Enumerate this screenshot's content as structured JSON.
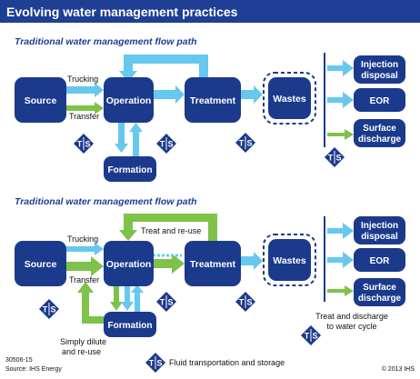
{
  "header": {
    "title": "Evolving water management practices"
  },
  "section1": {
    "title": "Traditional water management flow path",
    "nodes": {
      "source": "Source",
      "operation": "Operation",
      "treatment": "Treatment",
      "formation": "Formation",
      "wastes": "Wastes"
    },
    "labels": {
      "trucking": "Trucking",
      "transfer": "Transfer"
    },
    "outputs": {
      "injection_line1": "Injection",
      "injection_line2": "disposal",
      "eor": "EOR",
      "surface_line1": "Surface",
      "surface_line2": "discharge"
    }
  },
  "section2": {
    "title": "Traditional water management flow path",
    "nodes": {
      "source": "Source",
      "operation": "Operation",
      "treatment": "Treatment",
      "formation": "Formation",
      "wastes": "Wastes"
    },
    "labels": {
      "trucking": "Trucking",
      "transfer": "Transfer",
      "treat_reuse": "Treat and re-use",
      "dilute_line1": "Simply dilute",
      "dilute_line2": "and re-use",
      "discharge_line1": "Treat and discharge",
      "discharge_line2": "to water cycle"
    },
    "outputs": {
      "injection_line1": "Injection",
      "injection_line2": "disposal",
      "eor": "EOR",
      "surface_line1": "Surface",
      "surface_line2": "discharge"
    }
  },
  "ts_badge": {
    "left": "T",
    "right": "S"
  },
  "legend": {
    "text": "Fluid transportation and storage"
  },
  "footer": {
    "code": "30506-15",
    "source": "Source: IHS Energy",
    "copyright": "© 2013 IHS"
  },
  "colors": {
    "header_bg": "#1f3f95",
    "box_navy": "#1c3a8c",
    "arrow_light_blue": "#66c8ee",
    "arrow_green": "#7ec24a",
    "title_text": "#1f3f95",
    "dashed_outline": "#1c3a8c"
  }
}
